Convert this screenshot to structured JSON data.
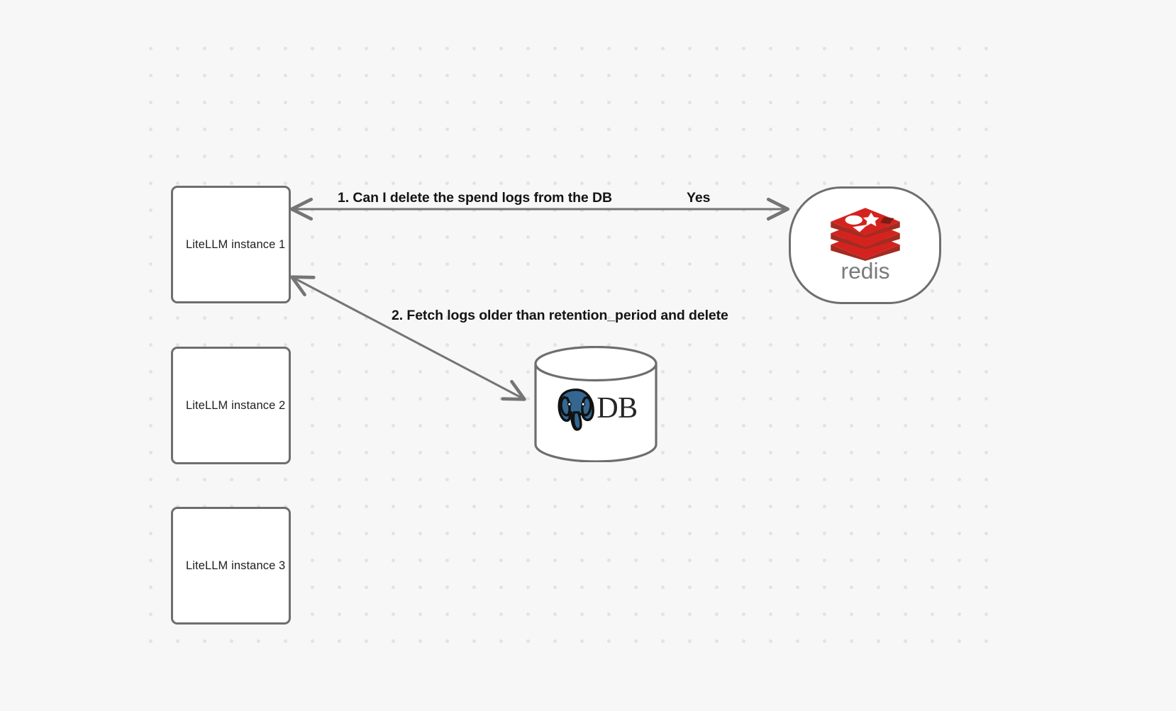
{
  "diagram": {
    "title": "LiteLLM spend-log deletion flow",
    "background_color": "#f7f7f7",
    "grid": "dot-grid",
    "nodes": [
      {
        "id": "litellm-1",
        "label": "LiteLLM instance 1",
        "shape": "rounded-rect",
        "fill": "#ffffff",
        "stroke": "#6e6e6e"
      },
      {
        "id": "litellm-2",
        "label": "LiteLLM instance 2",
        "shape": "rounded-rect",
        "fill": "#ffffff",
        "stroke": "#6e6e6e"
      },
      {
        "id": "litellm-3",
        "label": "LiteLLM instance 3",
        "shape": "rounded-rect",
        "fill": "#ffffff",
        "stroke": "#6e6e6e"
      },
      {
        "id": "redis",
        "label": "redis",
        "shape": "stadium",
        "fill": "#ffffff",
        "stroke": "#6e6e6e",
        "logo": "redis-logo-icon",
        "logo_color": "#d4231f",
        "wordmark_color": "#7a7a7a"
      },
      {
        "id": "db",
        "label": "DB",
        "shape": "cylinder",
        "fill": "#ffffff",
        "stroke": "#6e6e6e",
        "logo": "postgresql-elephant-icon",
        "logo_color": "#336791"
      }
    ],
    "edges": [
      {
        "id": "edge-1",
        "from": "litellm-1",
        "to": "redis",
        "direction": "bidirectional",
        "label": "1.  Can I delete the spend logs from the DB",
        "reply_label": "Yes",
        "stroke": "#757575"
      },
      {
        "id": "edge-2",
        "from": "litellm-1",
        "to": "db",
        "direction": "bidirectional",
        "label": "2.  Fetch logs older than retention_period and delete",
        "stroke": "#757575"
      }
    ]
  },
  "labels": {
    "step_1": "1.  Can I delete the spend logs from the DB",
    "step_1_reply": "Yes",
    "step_2": "2.  Fetch logs older than retention_period and delete",
    "db_text": "DB",
    "redis_wordmark": "redis"
  }
}
